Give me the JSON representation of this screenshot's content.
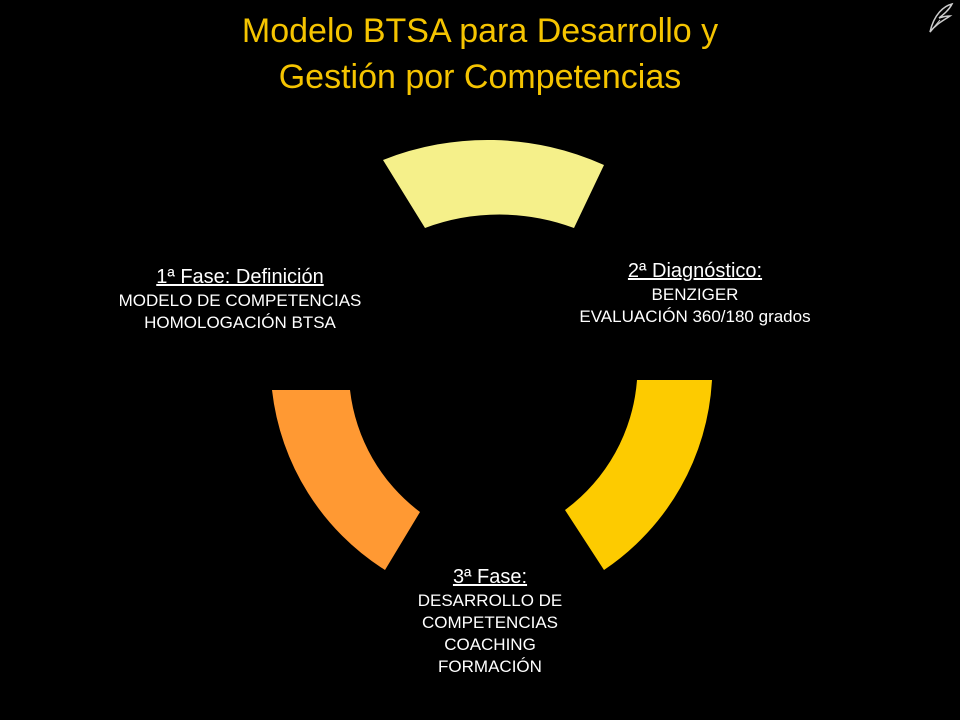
{
  "slide": {
    "title_line1": "Modelo BTSA para Desarrollo y",
    "title_line2": "Gestión por Competencias",
    "colors": {
      "background": "#000000",
      "title": "#f5c400",
      "segment_top": "#f5f08a",
      "segment_right": "#fdcb00",
      "segment_left": "#ff9933"
    }
  },
  "phases": {
    "phase1": {
      "heading": "1ª Fase: Definición",
      "lines": [
        "MODELO DE COMPETENCIAS",
        "HOMOLOGACIÓN BTSA"
      ]
    },
    "phase2": {
      "heading": "2ª Diagnóstico:",
      "lines": [
        "BENZIGER",
        "EVALUACIÓN 360/180 grados"
      ]
    },
    "phase3": {
      "heading": "3ª Fase:",
      "lines": [
        "DESARROLLO DE",
        "COMPETENCIAS",
        "COACHING",
        "FORMACIÓN"
      ]
    }
  },
  "logo": {
    "icon": "quill-logo-icon"
  }
}
